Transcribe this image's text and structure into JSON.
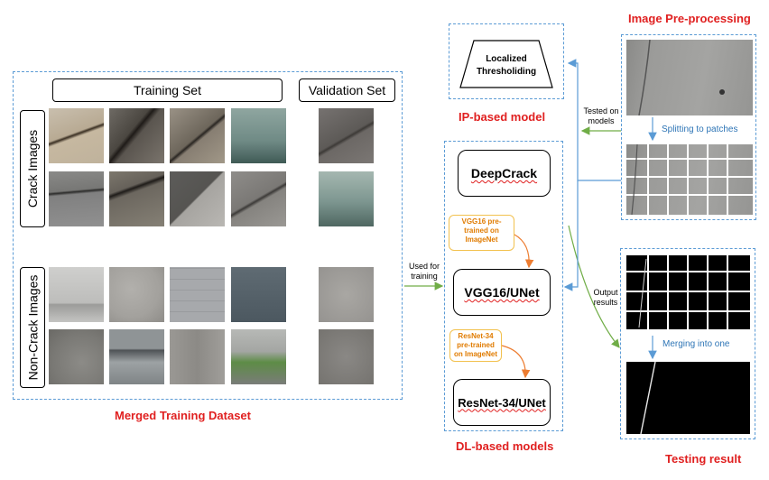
{
  "dataset": {
    "title": "Merged Training Dataset",
    "training_set": "Training Set",
    "validation_set": "Validation Set",
    "crack_images": "Crack Images",
    "non_crack_images": "Non-Crack Images"
  },
  "arrows": {
    "used_for_training": [
      "Used for",
      "training"
    ],
    "tested_on_models": [
      "Tested on",
      "models"
    ],
    "output_results": [
      "Output",
      "results"
    ]
  },
  "ip_model": {
    "label": "IP-based model",
    "method": [
      "Localized",
      "Thresholiding"
    ]
  },
  "dl_models": {
    "label": "DL-based models",
    "deepcrack": "DeepCrack",
    "vgg_note": [
      "VGG16 pre-",
      "trained on",
      "ImageNet"
    ],
    "vgg_unet": "VGG16/UNet",
    "resnet_note": [
      "ResNet-34",
      "pre-trained",
      "on ImageNet"
    ],
    "resnet_unet": "ResNet-34/UNet"
  },
  "preprocessing": {
    "title": "Image Pre-processing",
    "splitting": "Splitting to patches"
  },
  "testing": {
    "title": "Testing result",
    "merging": "Merging into one"
  },
  "colors": {
    "red": "#e02020",
    "blue": "#5b9bd5",
    "green": "#70ad47",
    "orange": "#ed7d31"
  }
}
